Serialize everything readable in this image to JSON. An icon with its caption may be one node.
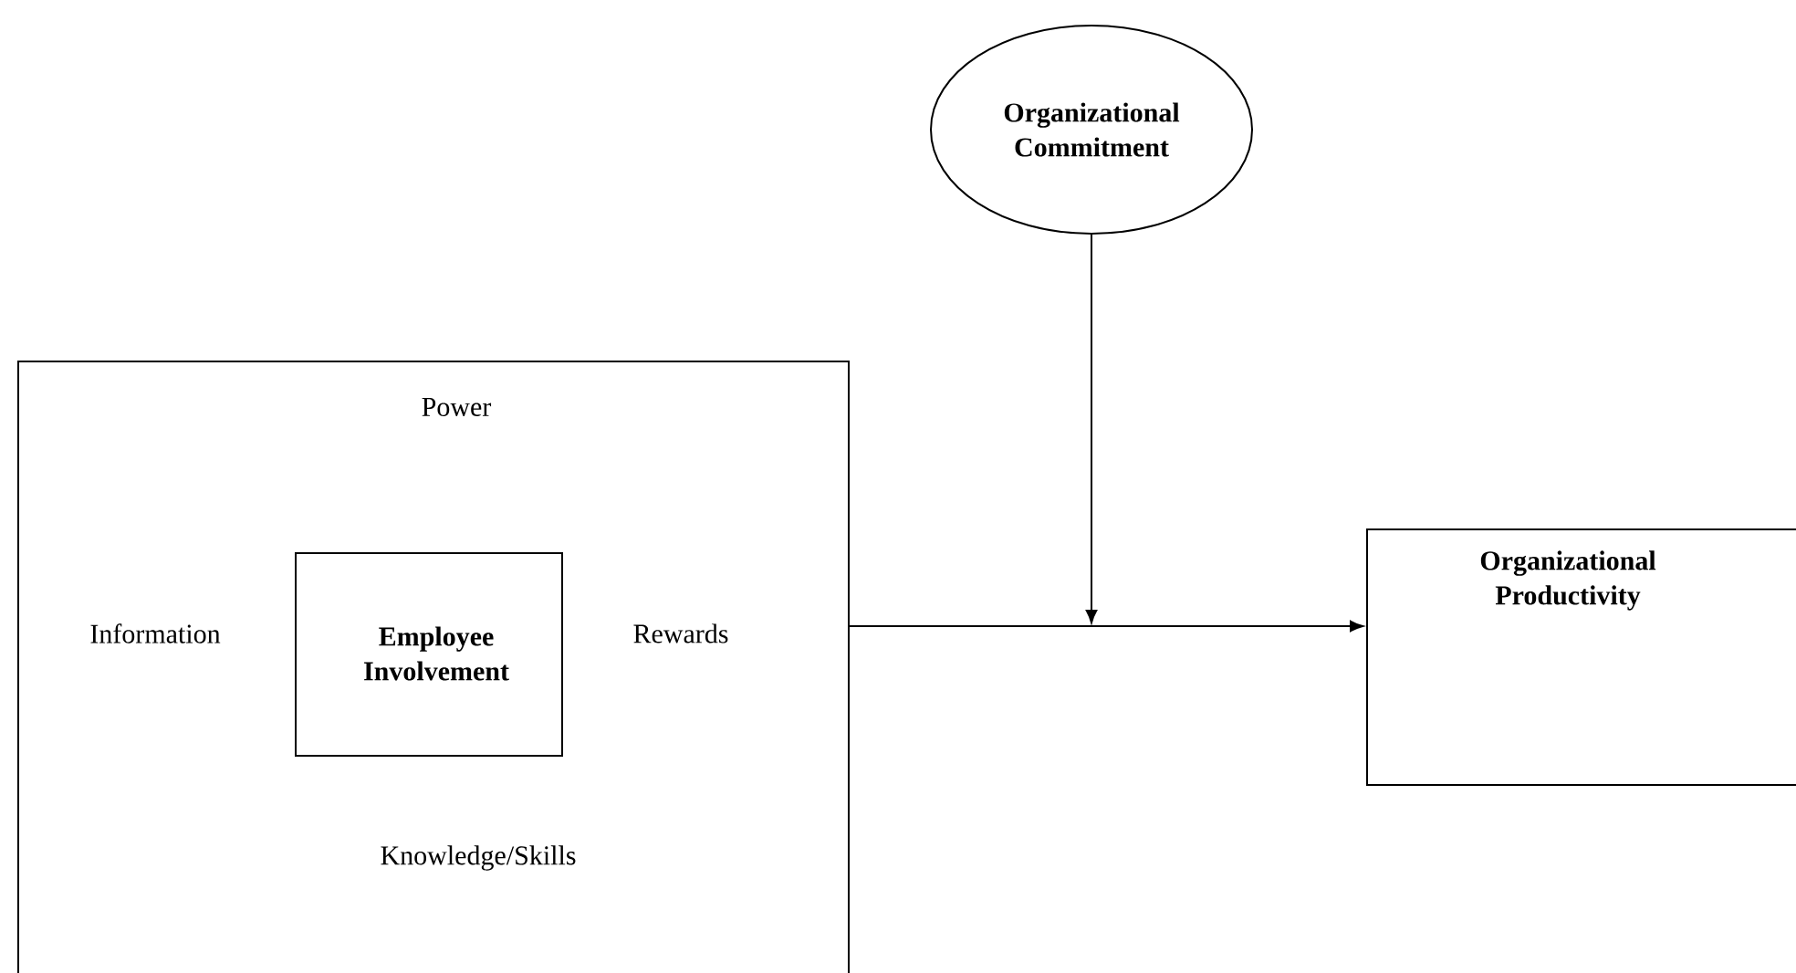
{
  "diagram": {
    "nodes": [
      {
        "text": [
          "Power",
          "Information",
          "Rewards",
          "Knowledge/Skills"
        ]
      },
      {
        "text": [
          "Employee Involvement"
        ],
        "in": 0
      },
      {
        "text": [
          "Organizational Commitment"
        ]
      },
      {
        "text": [
          "Organizational Productivity"
        ]
      }
    ],
    "edges": [
      {
        "from": 0,
        "to": 3,
        "arrow": "to"
      },
      {
        "from": 2,
        "to": null,
        "arrow": "to"
      }
    ]
  }
}
